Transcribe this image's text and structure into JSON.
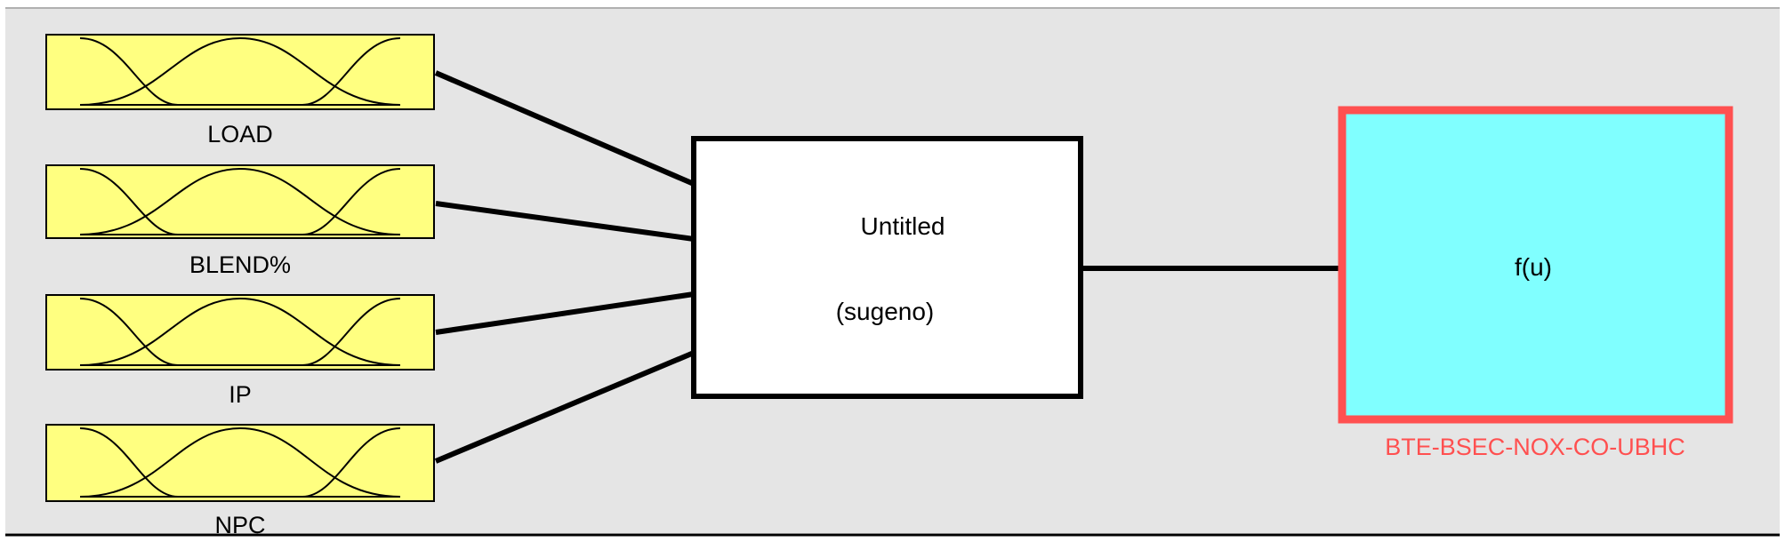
{
  "inputs": [
    {
      "label": "LOAD"
    },
    {
      "label": "BLEND%"
    },
    {
      "label": "IP"
    },
    {
      "label": "NPC"
    }
  ],
  "system": {
    "name": "Untitled",
    "type": "(sugeno)"
  },
  "output": {
    "symbol": "f(u)",
    "label": "BTE-BSEC-NOX-CO-UBHC"
  },
  "colors": {
    "panel_bg": "#e5e5e5",
    "input_fill": "#ffff80",
    "output_fill": "#80ffff",
    "output_border": "#ff5050",
    "output_label": "#ff5050",
    "line": "#000000"
  },
  "icons": {
    "input": "membership-function-icon",
    "output": "output-function-box"
  }
}
